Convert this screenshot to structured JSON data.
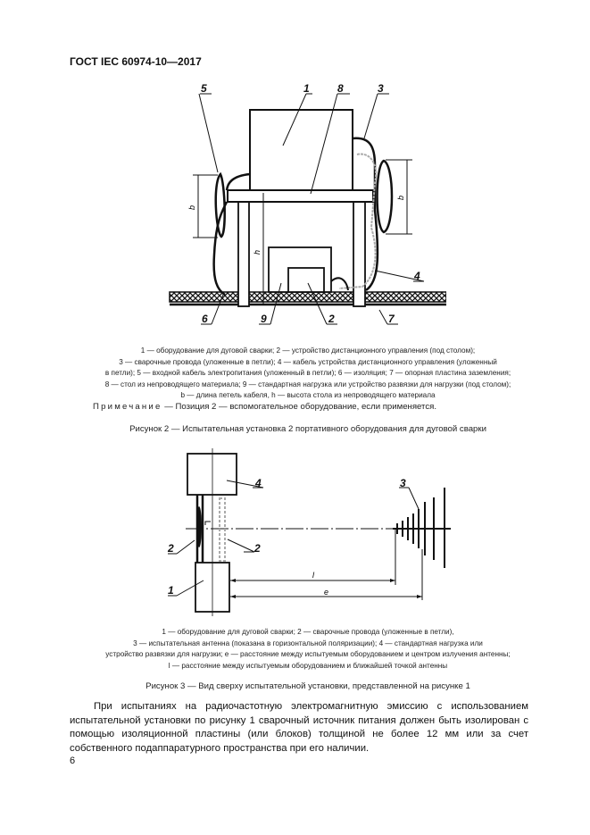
{
  "header": {
    "standard_id": "ГОСТ IEC 60974-10—2017"
  },
  "figure2": {
    "labels": [
      "5",
      "1",
      "8",
      "3",
      "4",
      "6",
      "9",
      "2",
      "7"
    ],
    "dim_b": "b",
    "dim_h": "h",
    "legend_lines": [
      "1 — оборудование для дуговой сварки; 2 — устройство дистанционного управления (под столом);",
      "3 — сварочные провода (уложенные в петли); 4 — кабель устройства дистанционного управления (уложенный",
      "в петли); 5 — входной кабель электропитания (уложенный в петли); 6 — изоляция; 7 — опорная пластина заземления;",
      "8 — стол из непроводящего материала; 9 — стандартная нагрузка или устройство развязки для нагрузки (под столом);",
      "b — длина петель кабеля, h — высота стола из непроводящего материала"
    ],
    "note_label": "Примечание",
    "note_text": "— Позиция 2 — вспомогательное оборудование, если применяется.",
    "caption": "Рисунок 2 — Испытательная установка 2 портативного оборудования для дуговой сварки"
  },
  "figure3": {
    "labels": [
      "4",
      "3",
      "2",
      "2",
      "1"
    ],
    "dim_l": "l",
    "dim_e": "e",
    "legend_lines": [
      "1 — оборудование для дуговой сварки; 2 — сварочные провода (уложенные в петли),",
      "3 — испытательная антенна (показана в горизонтальной поляризации); 4 — стандартная нагрузка или",
      "устройство развязки для нагрузки; e — расстояние между испытуемым оборудованием и центром излучения антенны;",
      "l — расстояние между испытуемым оборудованием и ближайшей точкой антенны"
    ],
    "caption": "Рисунок 3 — Вид сверху испытательной установки, представленной на рисунке 1"
  },
  "body_text": "При испытаниях на радиочастотную электромагнитную эмиссию с использованием испытательной установки по рисунку 1 сварочный источник питания должен быть изолирован с помощью изоляционной пластины (или блоков) толщиной не более 12 мм или за счет собственного подаппаратурного пространства при его наличии.",
  "page_number": "6"
}
